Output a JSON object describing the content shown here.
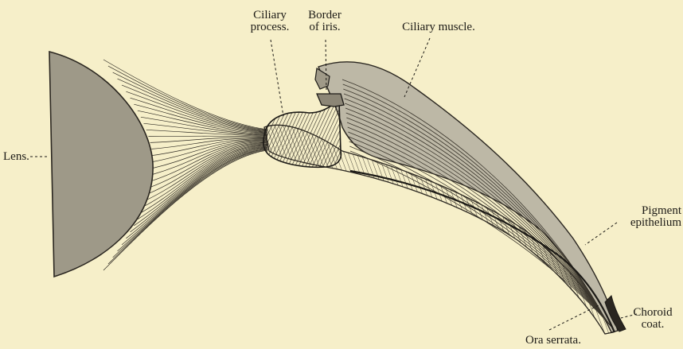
{
  "labels": {
    "ciliary_process": [
      "Ciliary",
      "process."
    ],
    "border_of_iris": [
      "Border",
      "of iris."
    ],
    "ciliary_muscle": "Ciliary muscle.",
    "lens": "Lens.",
    "pigment_epithelium": [
      "Pigment",
      "epithelium"
    ],
    "choroid_coat": [
      "Choroid",
      "coat."
    ],
    "ora_serrata": "Ora serrata."
  }
}
